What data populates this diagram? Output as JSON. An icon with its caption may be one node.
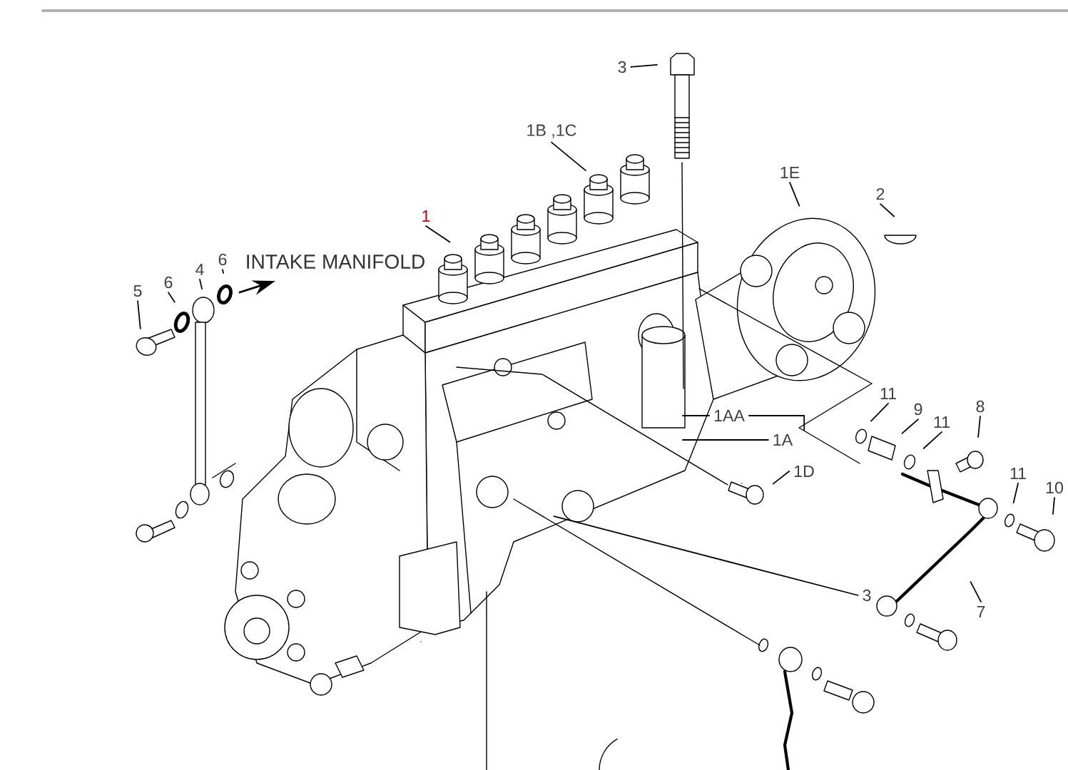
{
  "diagram": {
    "nodes": [
      {
        "text": [
          "3"
        ]
      },
      {
        "text": [
          "1B ,1C"
        ]
      },
      {
        "text": [
          "1E"
        ]
      },
      {
        "text": [
          "2"
        ]
      },
      {
        "text": [
          "1"
        ]
      },
      {
        "text": [
          "6"
        ]
      },
      {
        "text": [
          "4"
        ]
      },
      {
        "text": [
          "6"
        ]
      },
      {
        "text": [
          "5"
        ]
      },
      {
        "text": [
          "1AA"
        ]
      },
      {
        "text": [
          "1A"
        ]
      },
      {
        "text": [
          "11"
        ]
      },
      {
        "text": [
          "9"
        ]
      },
      {
        "text": [
          "8"
        ]
      },
      {
        "text": [
          "11"
        ]
      },
      {
        "text": [
          "1D"
        ]
      },
      {
        "text": [
          "11"
        ]
      },
      {
        "text": [
          "10"
        ]
      },
      {
        "text": [
          "3"
        ]
      },
      {
        "text": [
          "7"
        ]
      }
    ],
    "edges": [
      {
        "from": 0,
        "to": null,
        "arrow": "none"
      },
      {
        "from": 1,
        "to": null,
        "arrow": "none"
      },
      {
        "from": 2,
        "to": null,
        "arrow": "none"
      },
      {
        "from": 3,
        "to": null,
        "arrow": "none"
      },
      {
        "from": 4,
        "to": null,
        "arrow": "none"
      },
      {
        "from": 5,
        "to": null,
        "arrow": "none"
      },
      {
        "from": 6,
        "to": null,
        "arrow": "none"
      },
      {
        "from": 7,
        "to": null,
        "arrow": "none"
      },
      {
        "from": 8,
        "to": null,
        "arrow": "none"
      },
      {
        "from": 9,
        "to": null,
        "arrow": "none"
      },
      {
        "from": 10,
        "to": null,
        "arrow": "none"
      },
      {
        "from": 9,
        "to": 10,
        "arrow": "none"
      },
      {
        "from": 11,
        "to": null,
        "arrow": "none"
      },
      {
        "from": 12,
        "to": null,
        "arrow": "none"
      },
      {
        "from": 13,
        "to": null,
        "arrow": "none"
      },
      {
        "from": 14,
        "to": null,
        "arrow": "none"
      },
      {
        "from": 15,
        "to": null,
        "arrow": "none"
      },
      {
        "from": 16,
        "to": null,
        "arrow": "none"
      },
      {
        "from": 17,
        "to": null,
        "arrow": "none"
      },
      {
        "from": 18,
        "to": null,
        "arrow": "none"
      },
      {
        "from": 19,
        "to": null,
        "arrow": "none"
      }
    ],
    "labels": [
      "INTAKE MANIFOLD"
    ]
  }
}
